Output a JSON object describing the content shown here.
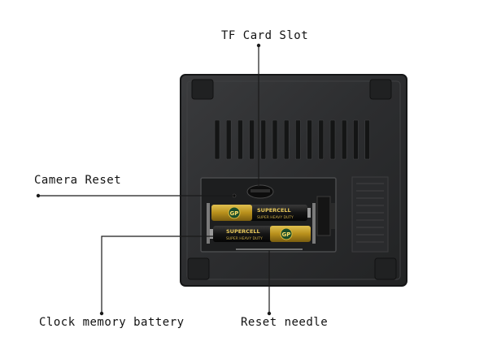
{
  "labels": {
    "tf_card_slot": "TF Card Slot",
    "camera_reset": "Camera Reset",
    "clock_memory_battery": "Clock memory battery",
    "reset_needle": "Reset needle"
  },
  "battery_text": {
    "brand": "GP",
    "model": "SUPERCELL",
    "subtitle": "SUPER HEAVY DUTY"
  },
  "colors": {
    "device_body": "#2b2c2e",
    "device_edge": "#1a1b1c",
    "battery_gold": "#c9a227",
    "battery_black": "#1c1c1c",
    "callout_line": "#1a1a1a"
  }
}
